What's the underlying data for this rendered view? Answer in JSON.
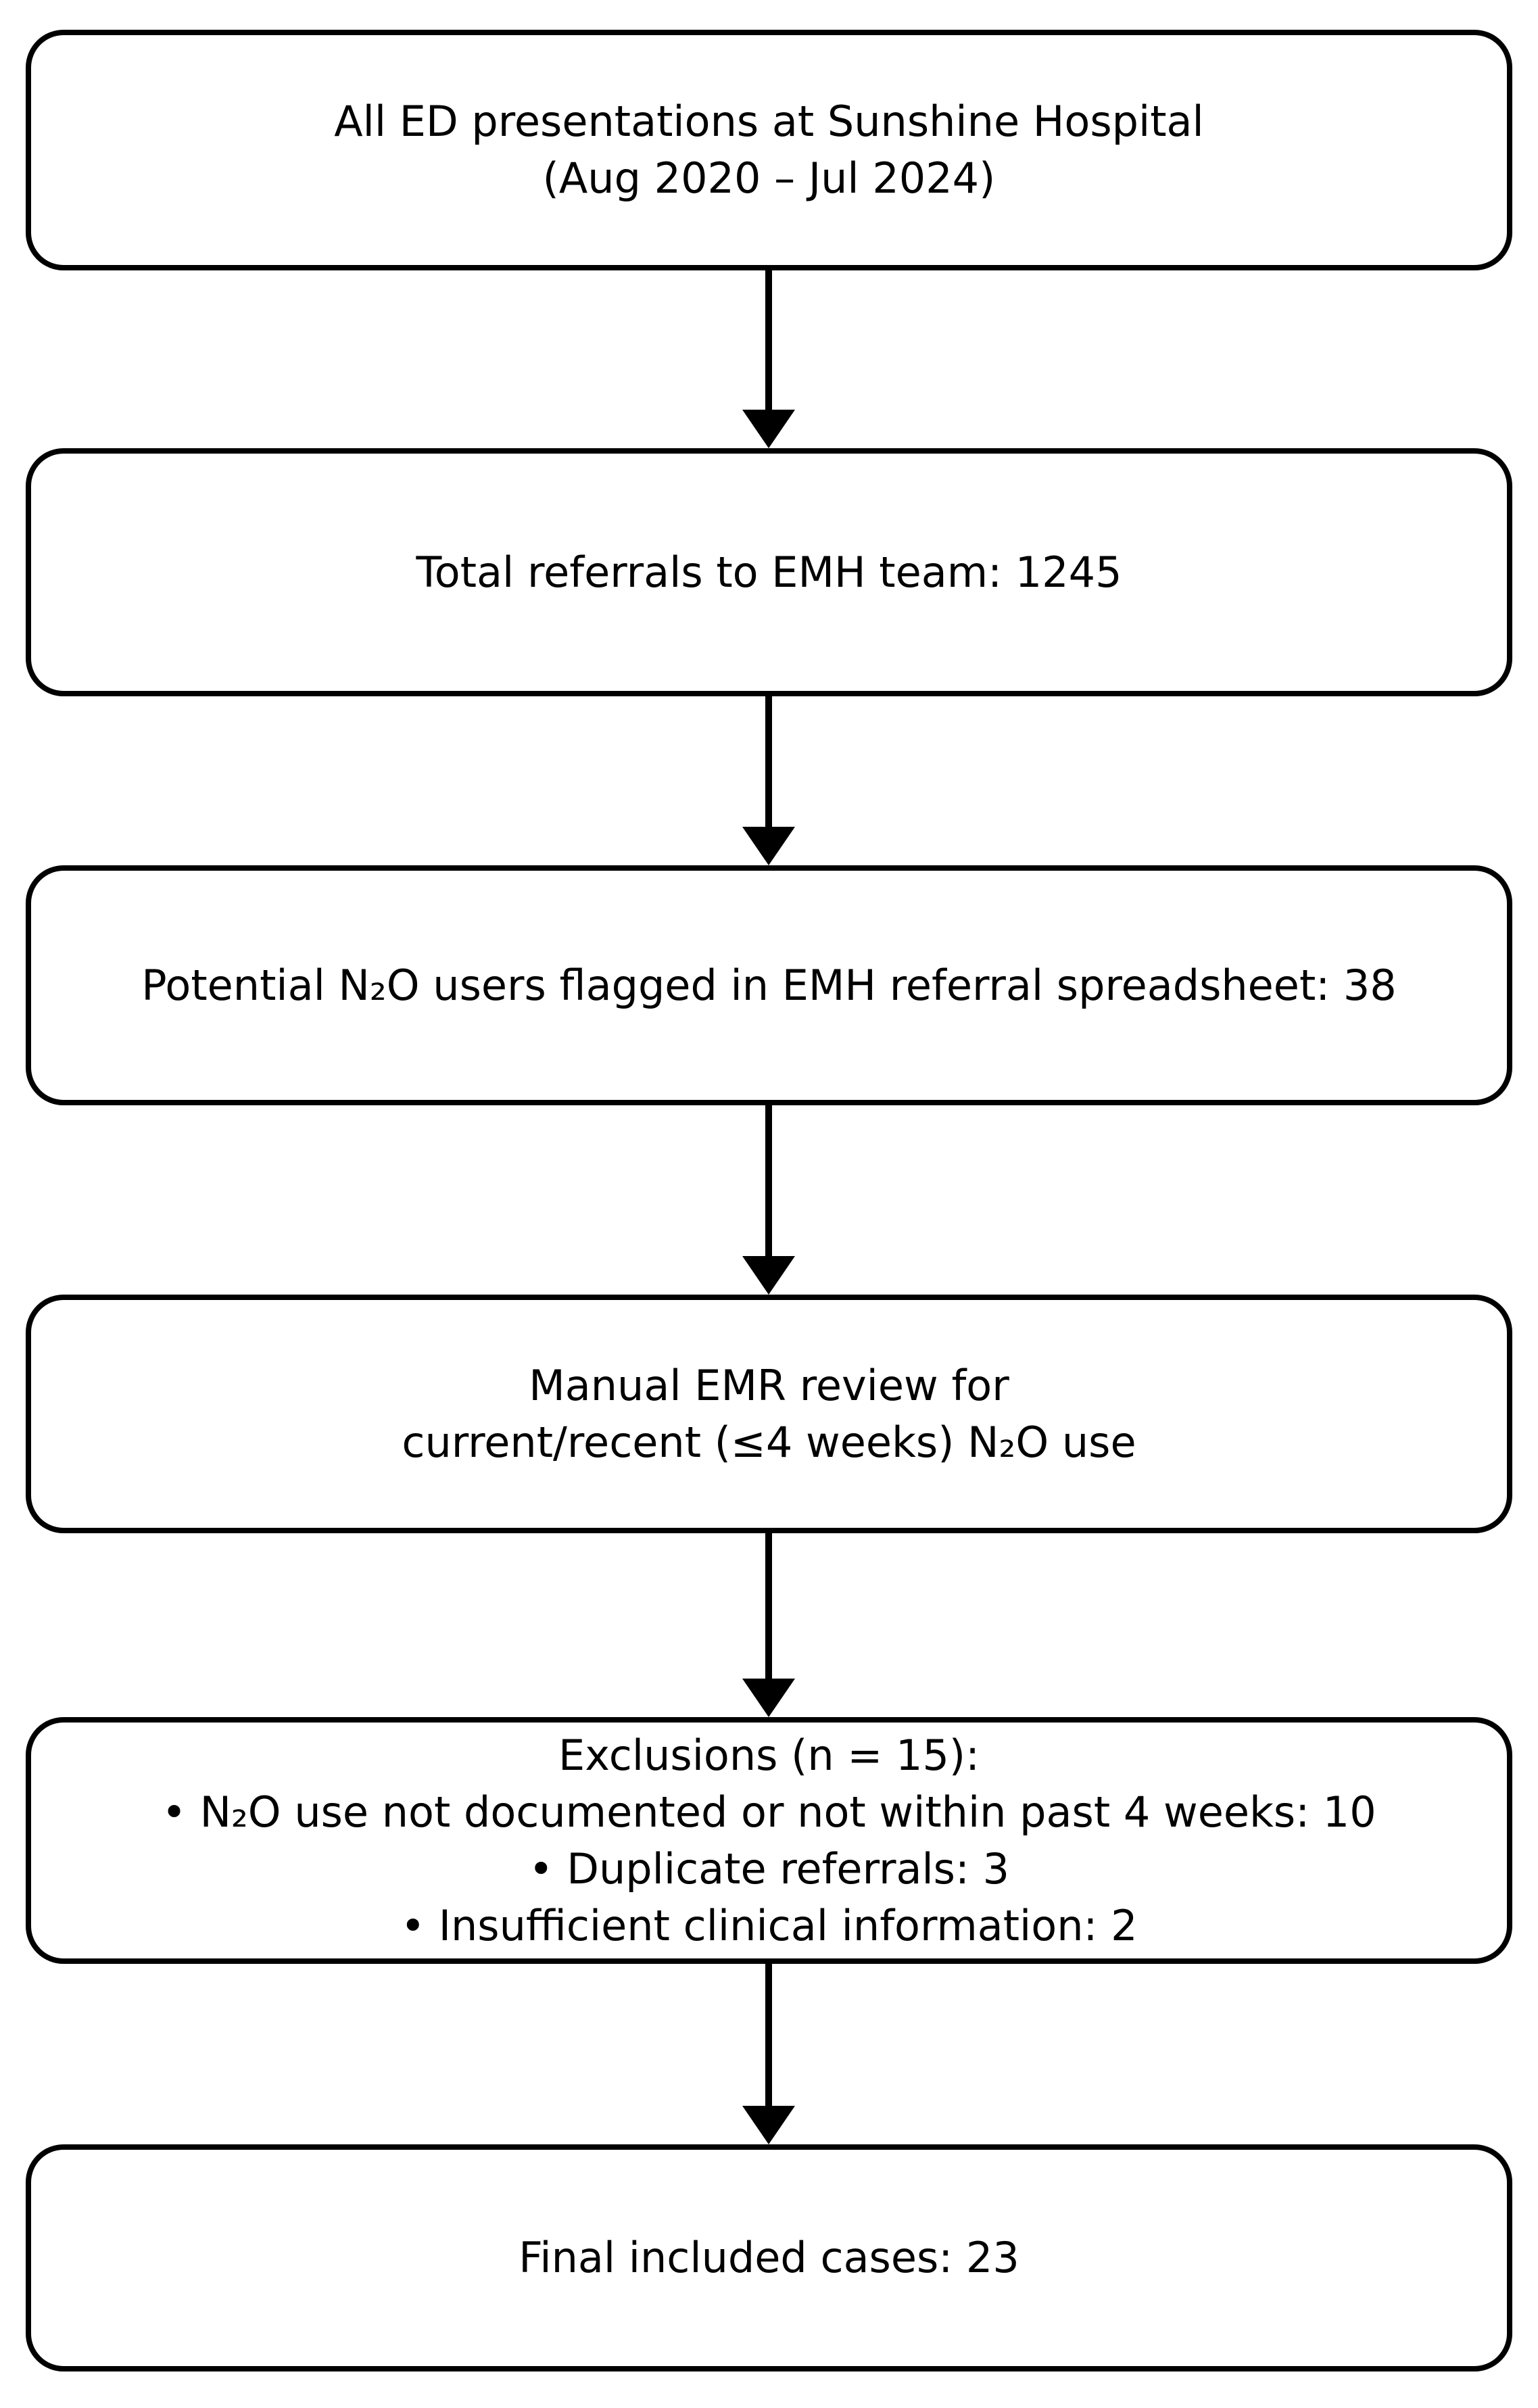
{
  "diagram": {
    "type": "flowchart",
    "colors": {
      "background": "#ffffff",
      "box_fill": "#ffffff",
      "box_border": "#000000",
      "text": "#000000",
      "arrow": "#000000"
    },
    "boxes": [
      {
        "id": "ed-presentations",
        "lines": [
          "All ED presentations at Sunshine Hospital",
          "(Aug 2020 – Jul 2024)"
        ]
      },
      {
        "id": "total-referrals",
        "lines": [
          "Total referrals to EMH team: 1245"
        ]
      },
      {
        "id": "flagged-users",
        "lines": [
          "Potential N₂O users flagged in EMH referral spreadsheet: 38"
        ]
      },
      {
        "id": "emr-review",
        "lines": [
          "Manual EMR review for",
          "current/recent (≤4 weeks) N₂O use"
        ]
      },
      {
        "id": "exclusions",
        "lines": [
          "Exclusions (n = 15):",
          "• N₂O use not documented or not within past 4 weeks: 10",
          "• Duplicate referrals: 3",
          "• Insufficient clinical information: 2"
        ]
      },
      {
        "id": "final-cases",
        "lines": [
          "Final included cases: 23"
        ]
      }
    ]
  }
}
